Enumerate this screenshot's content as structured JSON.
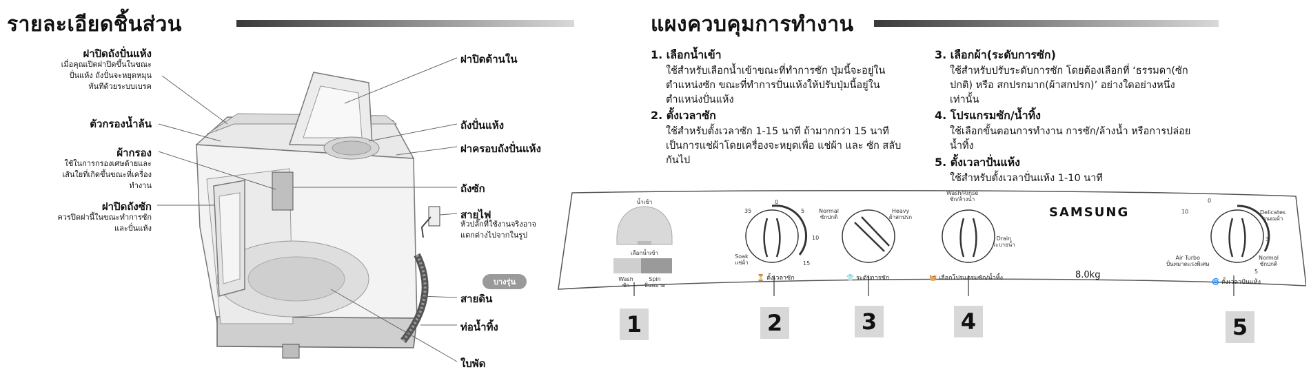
{
  "left": {
    "heading": "รายละเอียดชิ้นส่วน",
    "labels": {
      "spin_lid": "ฝาปิดถังปั่นแห้ง",
      "spin_lid_desc": "เมื่อคุณเปิดฝาปิดขึ้นในขณะปั่นแห้ง ถังปั่นจะหยุดหมุนทันทีด้วยระบบเบรค",
      "overflow_filter": "ตัวกรองน้ำล้น",
      "lint_filter": "ผ้ากรอง",
      "lint_filter_desc": "ใช้ในการกรองเศษด้ายและเส้นใยที่เกิดขึ้นขณะที่เครื่องทำงาน",
      "wash_lid": "ฝาปิดถังซัก",
      "wash_lid_desc": "ควรปิดฝานี้ในขณะทำการซักและปั่นแห้ง",
      "inner_lid": "ฝาปิดด้านใน",
      "spin_tub": "ถังปั่นแห้ง",
      "spin_cover": "ฝาครอบถังปั่นแห้ง",
      "wash_tub": "ถังซัก",
      "power_cord": "สายไฟ",
      "power_cord_desc": "หัวปลั๊กที่ใช้งานจริงอาจแตกต่างไปจากในรูป",
      "model_badge": "บางรุ่น",
      "ground_wire": "สายดิน",
      "drain_hose": "ท่อน้ำทิ้ง",
      "pulsator": "ใบพัด"
    }
  },
  "right": {
    "heading": "แผงควบคุมการทำงาน",
    "items": [
      {
        "title": "1. เลือกน้ำเข้า",
        "body": "ใช้สำหรับเลือกน้ำเข้าขณะที่ทำการซัก ปุ่มนี้จะอยู่ในตำแหน่งซัก ขณะที่ทำการปั่นแห้งให้ปรับปุ่มนี้อยู่ในตำแหน่งปั่นแห้ง"
      },
      {
        "title": "2. ตั้งเวลาซัก",
        "body": "ใช้สำหรับตั้งเวลาซัก 1-15 นาที ถ้ามากกว่า 15 นาที เป็นการแช่ผ้าโดยเครื่องจะหยุดเพื่อ แช่ผ้า และ ซัก สลับกันไป"
      },
      {
        "title": "3. เลือกผ้า(ระดับการซัก)",
        "body": "ใช้สำหรับปรับระดับการซัก โดยต้องเลือกที่ ‘ธรรมดา(ซักปกติ) หรือ สกปรกมาก(ผ้าสกปรก)’ อย่างใดอย่างหนึ่งเท่านั้น"
      },
      {
        "title": "4. โปรแกรมซัก/น้ำทิ้ง",
        "body": "ใช้เลือกขั้นตอนการทำงาน การซัก/ล้างน้ำ หรือการปล่อยน้ำทิ้ง"
      },
      {
        "title": "5. ตั้งเวลาปั่นแห้ง",
        "body": "ใช้สำหรับตั้งเวลาปั่นแห้ง 1-10 นาที"
      }
    ],
    "panel": {
      "water_in": "น้ำเข้า",
      "water_select": "เลือกน้ำเข้า",
      "wash": "Wash",
      "wash_th": "ซัก",
      "spin": "Spin",
      "spin_th": "ปั่นหมาด",
      "timer_35": "35",
      "timer_0": "0",
      "timer_5": "5",
      "timer_10": "10",
      "timer_15": "15",
      "soak": "Soak",
      "soak_th": "แช่ผ้า",
      "wash_timer_cap": "ตั้งเวลาซัก",
      "normal": "Normal",
      "normal_th": "ซักปกติ",
      "heavy": "Heavy",
      "heavy_th": "ผ้าสกปรก",
      "level_cap": "ระดับการซัก",
      "wash_rinse": "Wash/Rinse",
      "wash_rinse_th": "ซัก/ล้างน้ำ",
      "drain": "Drain",
      "drain_th": "ระบายน้ำ",
      "program_cap": "เลือกโปรแกรมซัก/น้ำทิ้ง",
      "brand": "SAMSUNG",
      "capacity": "8.0kg",
      "spin_0": "0",
      "spin_10": "10",
      "spin_5": "5",
      "spin_3": "3",
      "delicates": "Delicates",
      "delicates_th": "ถนอมผ้า",
      "air_turbo": "Air Turbo",
      "air_turbo_th": "ปั่นหมาดแรงพิเศษ",
      "normal2": "Normal",
      "normal2_th": "ซักปกติ",
      "spin_timer_cap": "ตั้งเวลาปั่นแห้ง"
    },
    "numbers": [
      "1",
      "2",
      "3",
      "4",
      "5"
    ]
  }
}
